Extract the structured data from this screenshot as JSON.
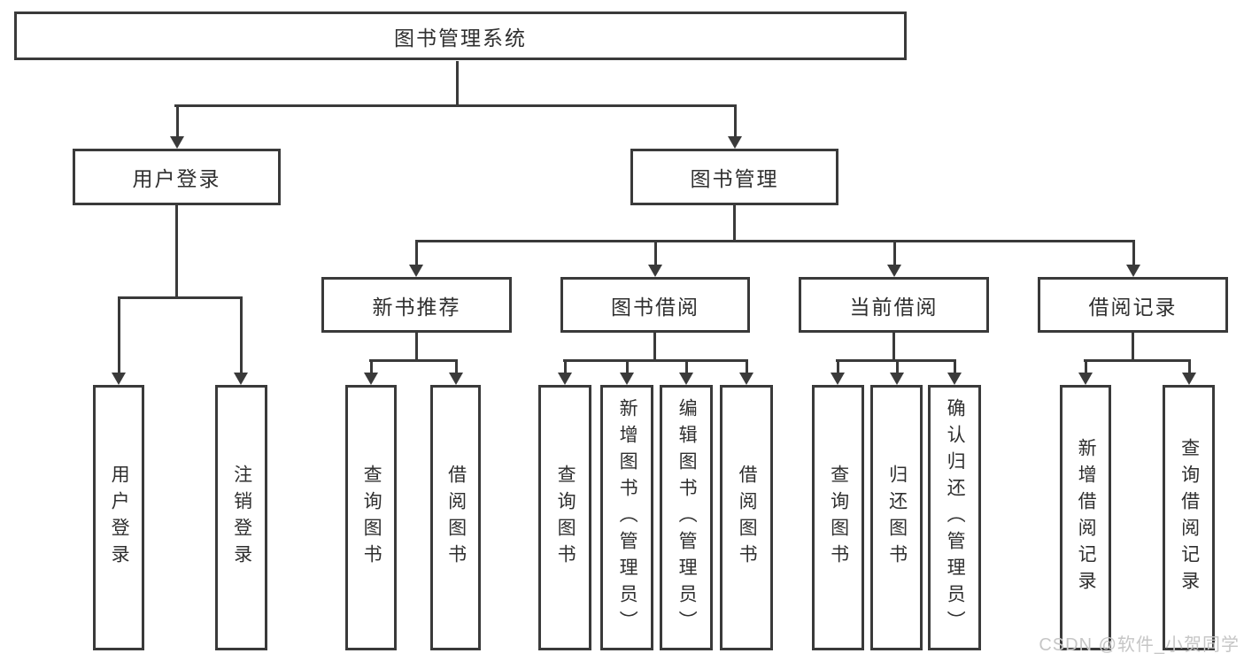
{
  "tree": {
    "label": "图书管理系统",
    "children": [
      {
        "label": "用户登录",
        "children": [
          {
            "label": "用户登录"
          },
          {
            "label": "注销登录"
          }
        ]
      },
      {
        "label": "图书管理",
        "children": [
          {
            "label": "新书推荐",
            "children": [
              {
                "label": "查询图书"
              },
              {
                "label": "借阅图书"
              }
            ]
          },
          {
            "label": "图书借阅",
            "children": [
              {
                "label": "查询图书"
              },
              {
                "label": "新增图书（管理员）"
              },
              {
                "label": "编辑图书（管理员）"
              },
              {
                "label": "借阅图书"
              }
            ]
          },
          {
            "label": "当前借阅",
            "children": [
              {
                "label": "查询图书"
              },
              {
                "label": "归还图书"
              },
              {
                "label": "确认归还（管理员）"
              }
            ]
          },
          {
            "label": "借阅记录",
            "children": [
              {
                "label": "新增借阅记录"
              },
              {
                "label": "查询借阅记录"
              }
            ]
          }
        ]
      }
    ]
  },
  "watermark": {
    "text": "CSDN @软件_小贺同学"
  },
  "colors": {
    "bg": "#ffffff",
    "line": "#3a3a3a",
    "text": "#2f2f2f",
    "watermark": "#c6c6c6"
  }
}
